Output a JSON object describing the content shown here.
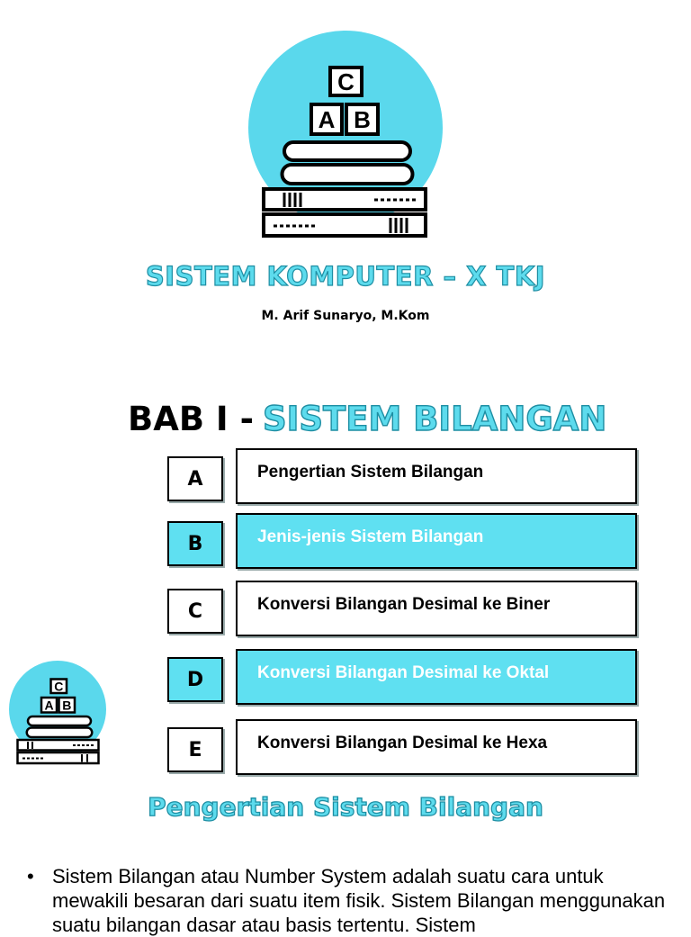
{
  "logo": {
    "letters": [
      "C",
      "A",
      "B"
    ],
    "icon": "abc-blocks-books-icon"
  },
  "header": {
    "title": "SISTEM KOMPUTER – X TKJ",
    "author": "M. Arif Sunaryo, M.Kom"
  },
  "chapter": {
    "prefix": "BAB I -",
    "title": "SISTEM BILANGAN"
  },
  "menu": {
    "items": [
      {
        "letter": "A",
        "label": "Pengertian Sistem Bilangan",
        "highlighted": false
      },
      {
        "letter": "B",
        "label": "Jenis-jenis Sistem Bilangan",
        "highlighted": true
      },
      {
        "letter": "C",
        "label": "Konversi Bilangan Desimal ke Biner",
        "highlighted": false
      },
      {
        "letter": "D",
        "label": "Konversi Bilangan Desimal ke Oktal",
        "highlighted": true
      },
      {
        "letter": "E",
        "label": "Konversi Bilangan Desimal ke Hexa",
        "highlighted": false
      }
    ]
  },
  "section": {
    "heading": "Pengertian Sistem Bilangan",
    "bullet": "•",
    "paragraph": "Sistem Bilangan atau Number System adalah suatu cara untuk mewakili besaran dari suatu item fisik. Sistem Bilangan menggunakan suatu bilangan dasar atau basis tertentu. Sistem"
  },
  "colors": {
    "accent": "#5ddbed",
    "accent_dark": "#1e8ea3",
    "highlight": "#5fe0f1"
  }
}
